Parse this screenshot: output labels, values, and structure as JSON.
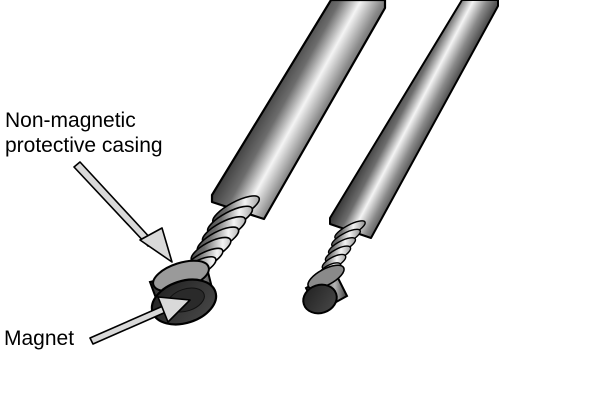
{
  "labels": {
    "casing_line1": "Non-magnetic",
    "casing_line2": "protective casing",
    "magnet": "Magnet"
  },
  "colors": {
    "background": "#ffffff",
    "outline": "#000000",
    "metal_dark": "#3a3a3a",
    "metal_mid": "#8c8c8c",
    "metal_light": "#f2f2f2",
    "arrow_fill": "#d9d9d9"
  }
}
